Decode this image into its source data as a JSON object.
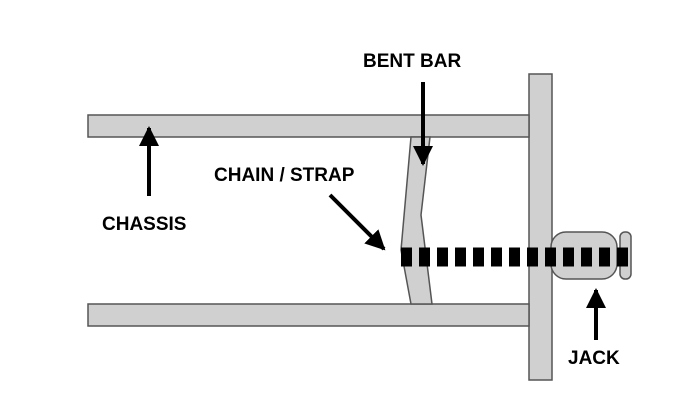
{
  "labels": {
    "bent_bar": "BENT BAR",
    "chain_strap": "CHAIN / STRAP",
    "chassis": "CHASSIS",
    "jack": "JACK"
  },
  "colors": {
    "part_fill": "#d0d0d0",
    "outline": "#555555",
    "chain": "#000000",
    "text": "#000000"
  }
}
